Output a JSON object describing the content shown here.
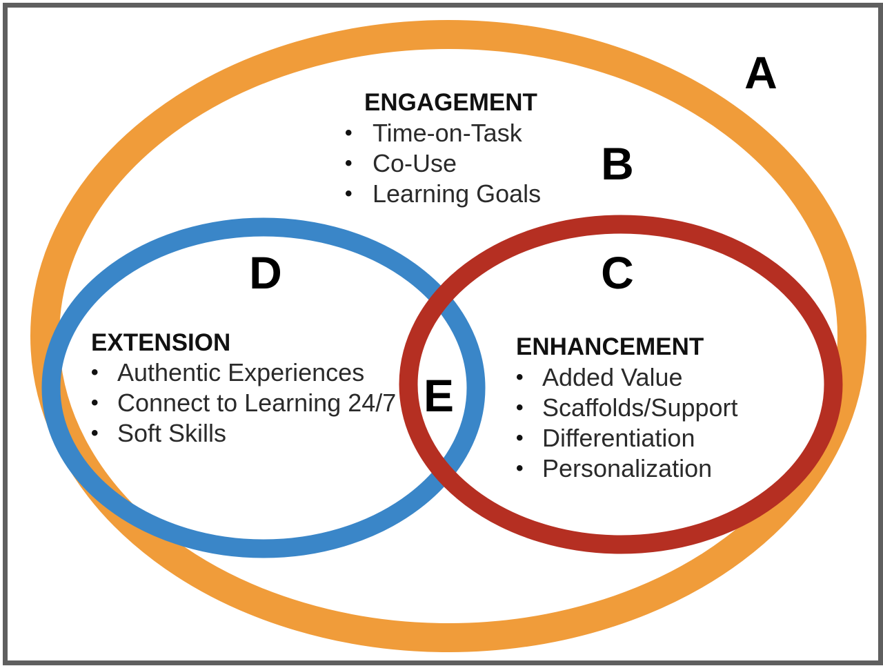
{
  "colors": {
    "outer_ring": "#F09C3A",
    "extension_ring": "#3A86C8",
    "enhancement_ring": "#B52F22",
    "frame": "#5f5f5f"
  },
  "regions": {
    "a": "A",
    "b": "B",
    "c": "C",
    "d": "D",
    "e": "E"
  },
  "engagement": {
    "title": "ENGAGEMENT",
    "bullet": "•",
    "items": [
      "Time-on-Task",
      "Co-Use",
      "Learning Goals"
    ]
  },
  "extension": {
    "title": "EXTENSION",
    "bullet": "•",
    "items": [
      "Authentic Experiences",
      "Connect to Learning 24/7",
      "Soft Skills"
    ]
  },
  "enhancement": {
    "title": "ENHANCEMENT",
    "bullet": "•",
    "items": [
      "Added Value",
      "Scaffolds/Support",
      "Differentiation",
      "Personalization"
    ]
  }
}
